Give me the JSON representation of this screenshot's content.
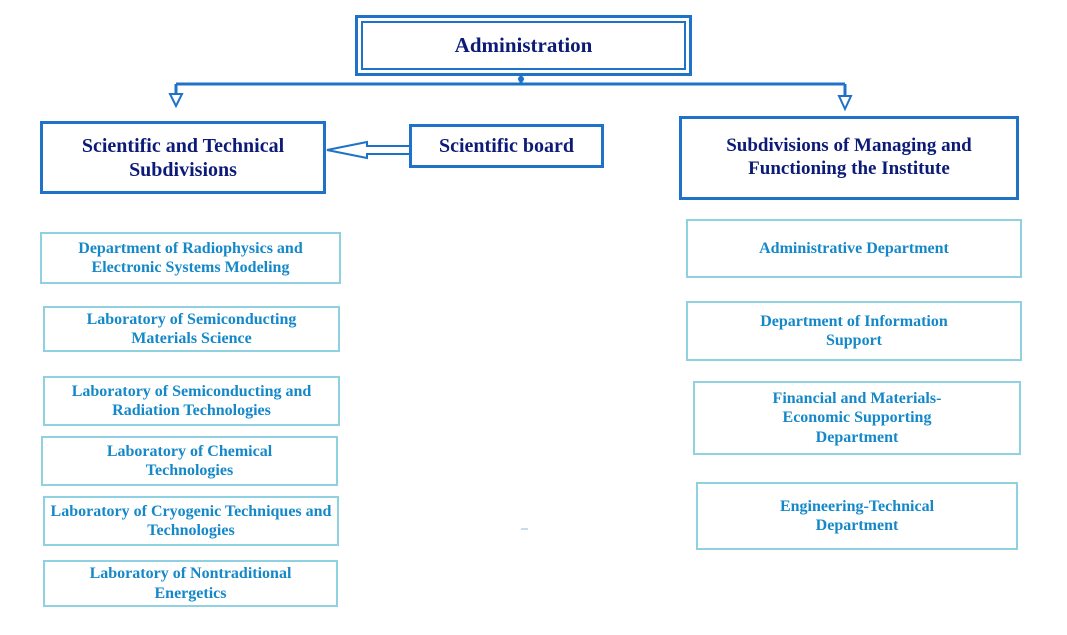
{
  "administration": "Administration",
  "scientific_technical": "Scientific and Technical Subdivisions",
  "scientific_board": "Scientific board",
  "managing_functioning": "Subdivisions of Managing and Functioning the Institute",
  "left_units": [
    "Department of Radiophysics and Electronic Systems Modeling",
    "Laboratory of Semiconducting Materials Science",
    "Laboratory of Semiconducting and Radiation Technologies",
    "Laboratory of Chemical Technologies",
    "Laboratory of Cryogenic Techniques and Technologies",
    "Laboratory of Nontraditional Energetics"
  ],
  "right_units": [
    "Administrative Department",
    "Department of Information Support",
    "Financial and Materials-Economic Supporting Department",
    "Engineering-Technical Department"
  ],
  "stray_mark": "–",
  "colors": {
    "frame": "#1e73c8",
    "title_text": "#0c1a78",
    "unit_border": "#8fd1e0",
    "unit_text": "#1488c8"
  }
}
